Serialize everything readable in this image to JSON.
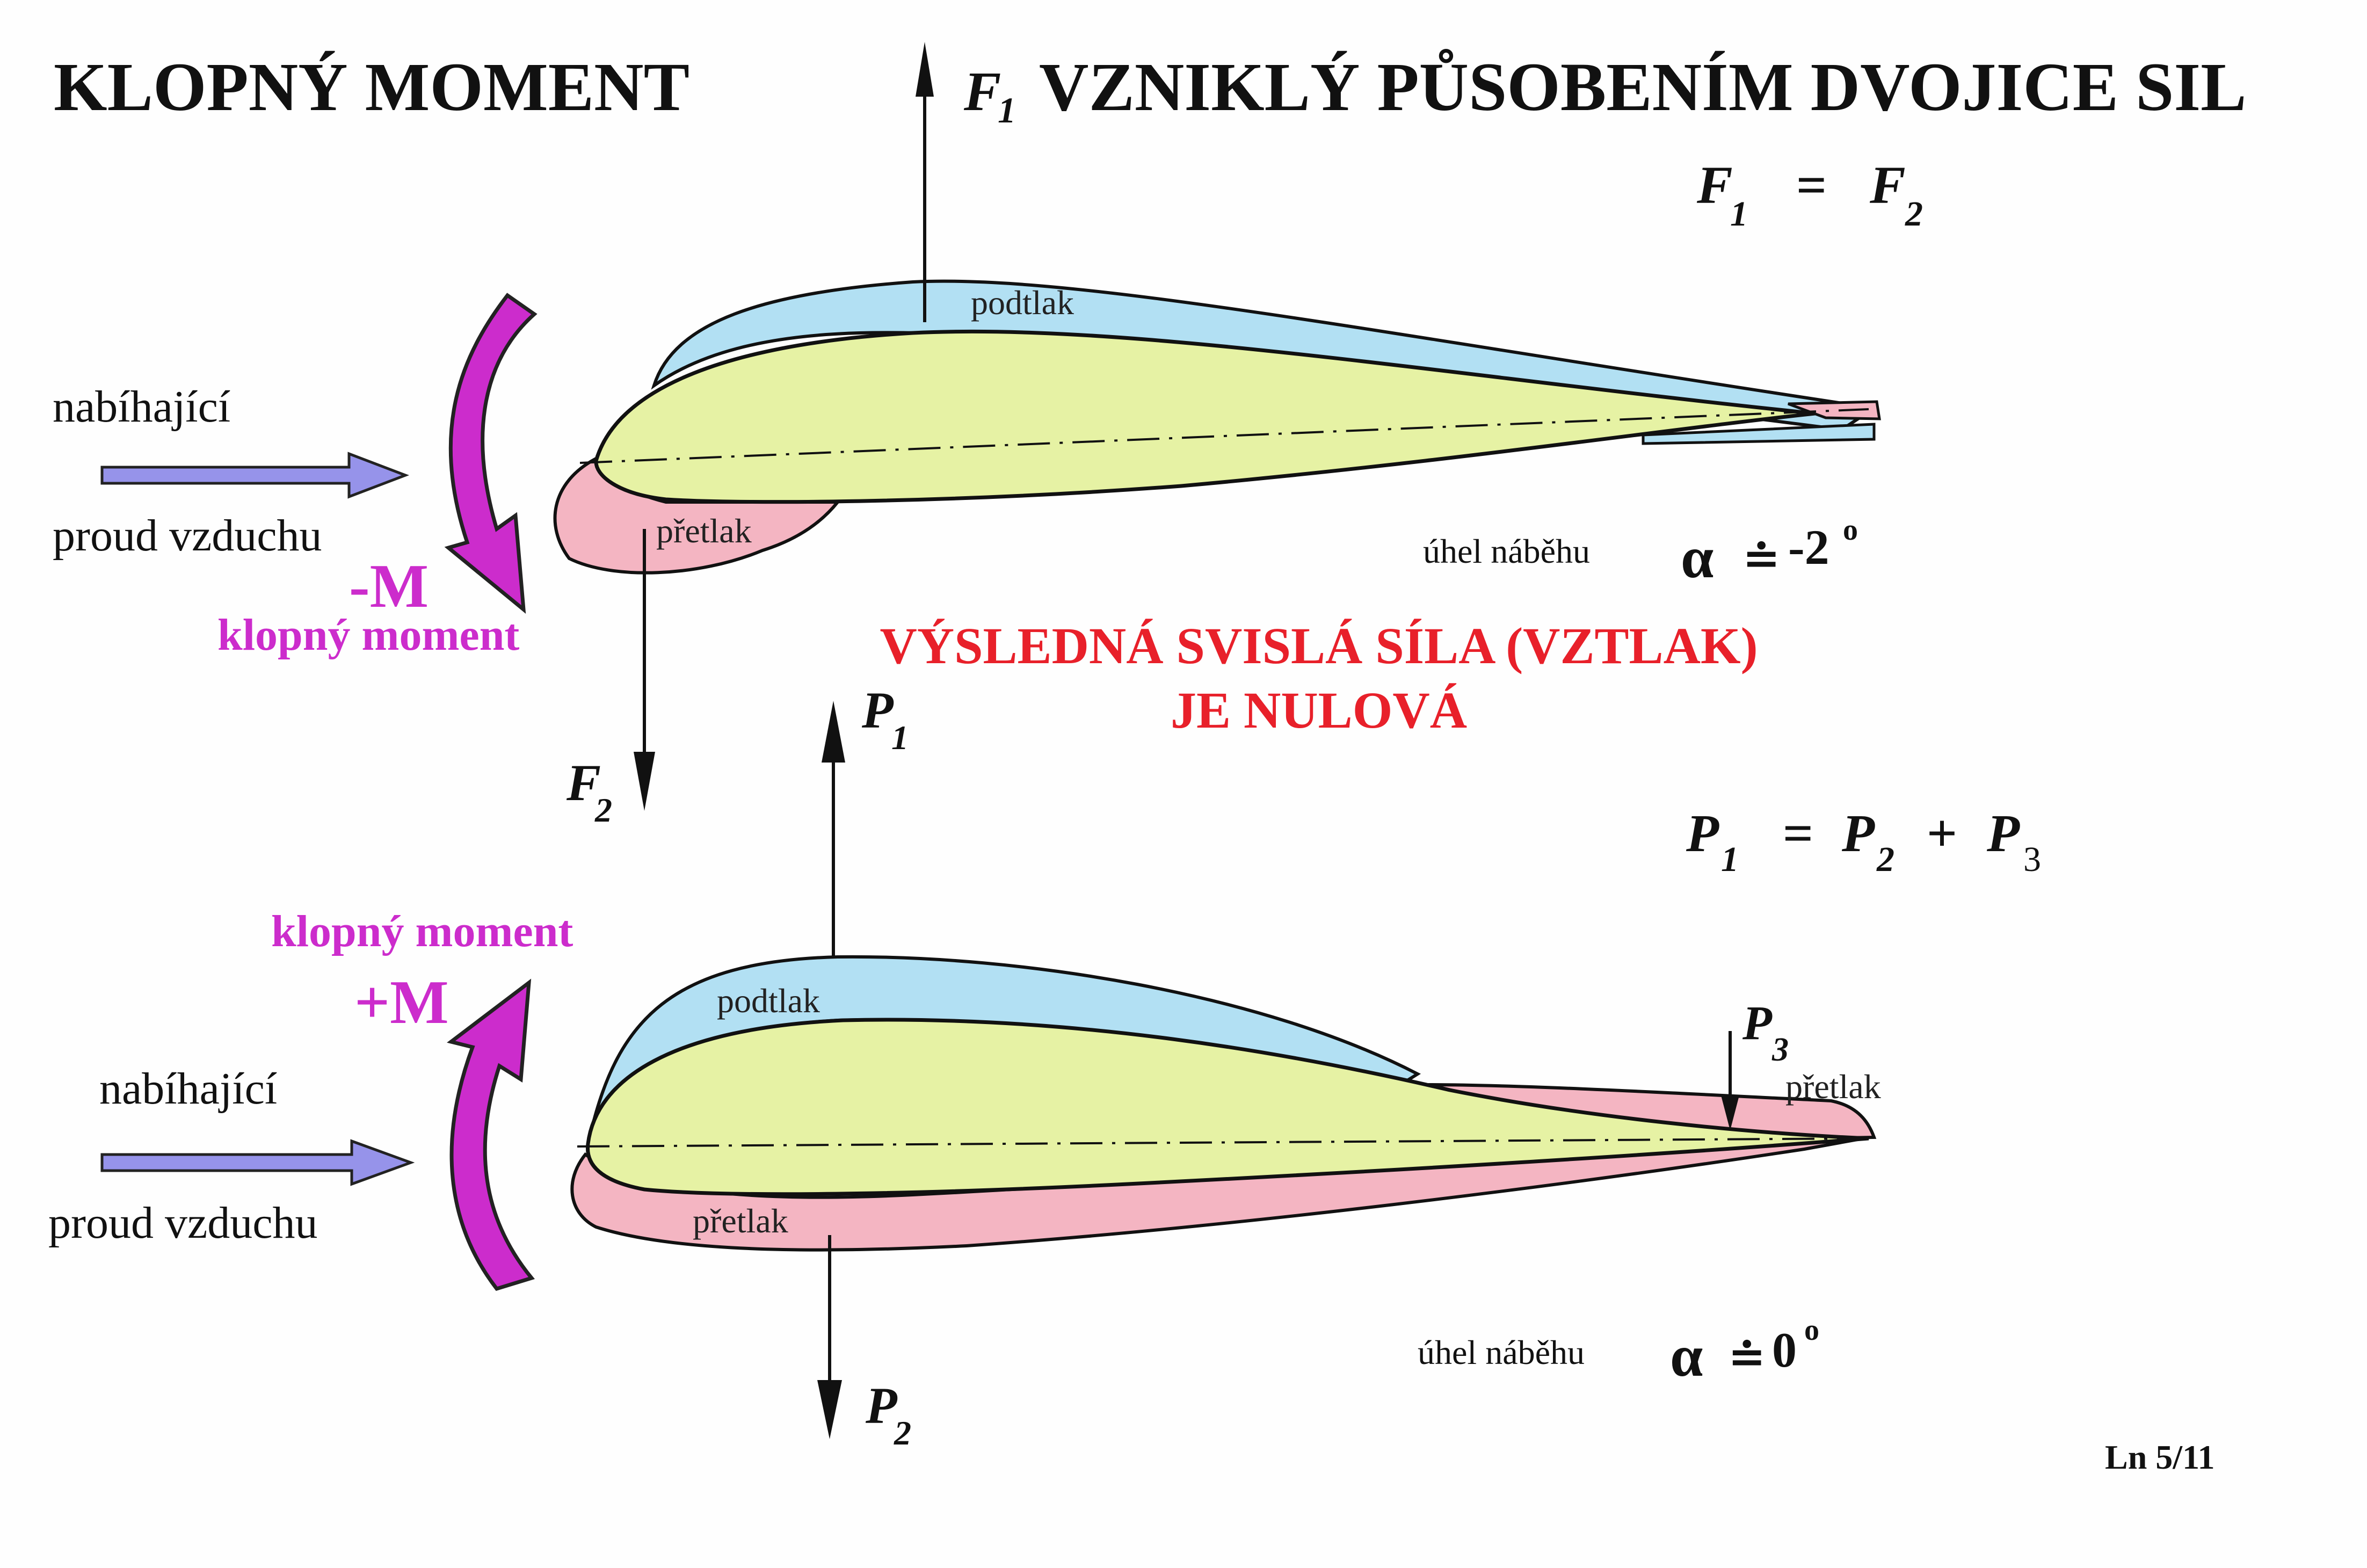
{
  "title": {
    "left": "KLOPNÝ MOMENT",
    "force": "F",
    "force_sub": "1",
    "right": "VZNIKLÝ PŮSOBENÍM DVOJICE SIL"
  },
  "top_diagram": {
    "equation": {
      "a": "F",
      "a_sub": "1",
      "eq": "=",
      "b": "F",
      "b_sub": "2"
    },
    "flow_line1": "nabíhající",
    "flow_line2": "proud vzduchu",
    "moment_sign": "-M",
    "moment_label": "klopný moment",
    "suction_label": "podtlak",
    "pressure_label": "přetlak",
    "force_down": "F",
    "force_down_sub": "2",
    "aoa_label": "úhel náběhu",
    "aoa_symbol": "α",
    "aoa_approx": "≐",
    "aoa_value": "-2",
    "aoa_deg": "o"
  },
  "center_note": {
    "line1": "VÝSLEDNÁ SVISLÁ SÍLA (VZTLAK)",
    "line2": "JE NULOVÁ"
  },
  "bottom_diagram": {
    "force_up": "P",
    "force_up_sub": "1",
    "equation": {
      "a": "P",
      "a_sub": "1",
      "eq": "=",
      "b": "P",
      "b_sub": "2",
      "plus": "+",
      "c": "P",
      "c_sub": "3"
    },
    "moment_label": "klopný moment",
    "moment_sign": "+M",
    "flow_line1": "nabíhající",
    "flow_line2": "proud vzduchu",
    "suction_label": "podtlak",
    "pressure_label": "přetlak",
    "tail_force": "P",
    "tail_force_sub": "3",
    "tail_pressure_label": "přetlak",
    "force_down": "P",
    "force_down_sub": "2",
    "aoa_label": "úhel náběhu",
    "aoa_symbol": "α",
    "aoa_approx": "≐",
    "aoa_value": "0",
    "aoa_deg": "o"
  },
  "page_number": "Ln 5/11",
  "colors": {
    "suction": "#b2e0f3",
    "pressure": "#f4b5c2",
    "airfoil": "#e6f2a4",
    "flow_arrow": "#9693ea",
    "moment": "#cc2ccc",
    "note": "#e8202a",
    "ink": "#111111"
  }
}
